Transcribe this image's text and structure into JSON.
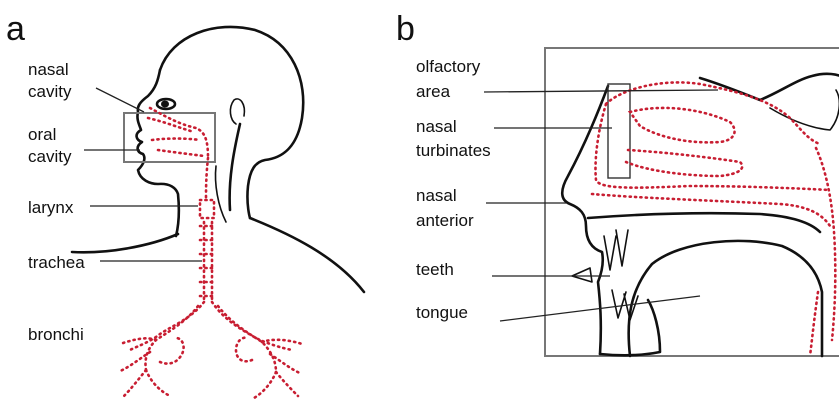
{
  "panel_a": {
    "letter": "a",
    "labels": {
      "nasal": "nasal",
      "cavity1": "cavity",
      "oral": "oral",
      "cavity2": "cavity",
      "larynx": "larynx",
      "trachea": "trachea",
      "bronchi": "bronchi"
    }
  },
  "panel_b": {
    "letter": "b",
    "labels": {
      "olfactory": "olfactory",
      "area": "area",
      "nasal_top": "nasal",
      "turbinates": "turbinates",
      "nasal_bottom": "nasal",
      "anterior": "anterior",
      "teeth": "teeth",
      "tongue": "tongue"
    }
  },
  "colors": {
    "outline": "#111111",
    "airway_dots": "#c81e32",
    "frame": "#777777"
  }
}
